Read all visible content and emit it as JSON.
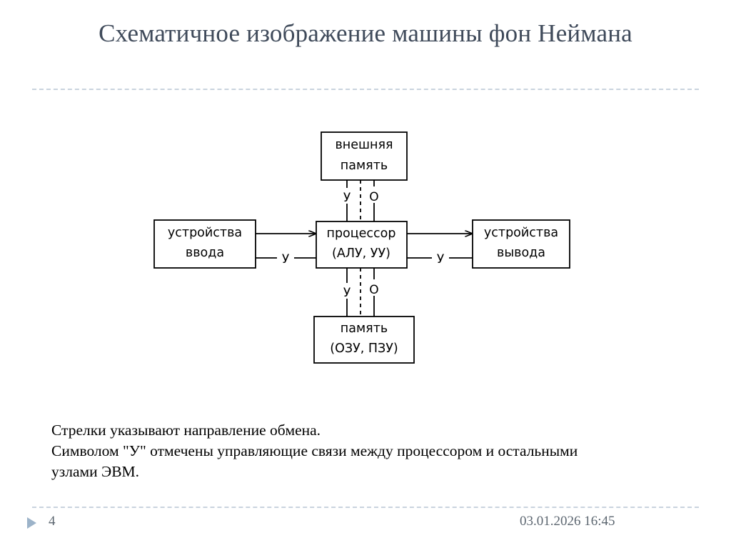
{
  "slide": {
    "title": "Схематичное изображение машины фон Неймана",
    "page_number": "4",
    "datetime": "03.01.2026 16:45"
  },
  "diagram": {
    "type": "block-diagram",
    "boxes": {
      "external_memory": {
        "line1": "внешняя",
        "line2": "память"
      },
      "processor": {
        "line1": "процессор",
        "line2": "(АЛУ, УУ)"
      },
      "input_devices": {
        "line1": "устройства",
        "line2": "ввода"
      },
      "output_devices": {
        "line1": "устройства",
        "line2": "вывода"
      },
      "memory": {
        "line1": "память",
        "line2": "(ОЗУ, ПЗУ)"
      }
    },
    "edge_labels": {
      "top_control": "У",
      "top_data": "О",
      "bottom_control": "У",
      "bottom_data": "О",
      "left_control": "У",
      "right_control": "У"
    }
  },
  "notes": {
    "line1": "Стрелки указывают направление обмена.",
    "line2": "Символом \"У\" отмечены управляющие связи между процессором и остальными",
    "line3": "узлами ЭВМ."
  },
  "colors": {
    "title": "#3f4a5a",
    "rule": "#c9d3de",
    "footer_text": "#5c6670",
    "footer_bullet": "#9cb3c9",
    "diagram_stroke": "#000000"
  }
}
